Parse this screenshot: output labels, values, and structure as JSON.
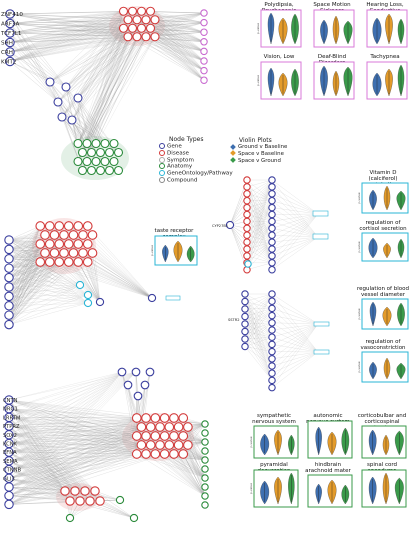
{
  "gene_labels": {
    "top": [
      "ZNF410",
      "ARF3A",
      "TCF7L1",
      "SHH",
      "CRH",
      "KMT2"
    ],
    "bottom": [
      "CNTN",
      "NRG1",
      "LRRTM",
      "PTPRZ",
      "SOX2",
      "KCNK",
      "EFNA",
      "SEMA",
      "CTNNB",
      "GLI3"
    ]
  },
  "mid_labels": {
    "cyp": "CYP27B1",
    "sst": "SSTR2"
  },
  "legend": {
    "node_title": "Node Types",
    "node_types": [
      {
        "label": "Gene",
        "color": "#3b3f9e",
        "fill": "#ffffff"
      },
      {
        "label": "Disease",
        "color": "#d33a3a",
        "fill": "#ffffff"
      },
      {
        "label": "Symptom",
        "color": "#aaaaaa",
        "fill": "#ffffff"
      },
      {
        "label": "Anatomy",
        "color": "#2a8a3a",
        "fill": "#ffffff"
      },
      {
        "label": "GeneOntology/Pathway",
        "color": "#2ab5d6",
        "fill": "#ffffff"
      },
      {
        "label": "Compound",
        "color": "#888888",
        "fill": "#ffffff"
      }
    ],
    "violin_title": "Violin Plots",
    "violin_types": [
      {
        "label": "Ground v Baseline",
        "color": "#3e6fb0"
      },
      {
        "label": "Space v Baseline",
        "color": "#e39b2a"
      },
      {
        "label": "Space v Ground",
        "color": "#3a9a4a"
      }
    ]
  },
  "panels": [
    {
      "title": "Polydipsia, Psychogenic",
      "frame": "#d87ad8",
      "ylabel": "p-value"
    },
    {
      "title": "Space Motion Sickness",
      "frame": "#d87ad8",
      "ylabel": ""
    },
    {
      "title": "Hearing Loss, Conductive",
      "frame": "#d87ad8",
      "ylabel": ""
    },
    {
      "title": "Vision, Low",
      "frame": "#d87ad8",
      "ylabel": "p-value"
    },
    {
      "title": "Deaf-Blind Disorders",
      "frame": "#d87ad8",
      "ylabel": ""
    },
    {
      "title": "Tachypnea",
      "frame": "#d87ad8",
      "ylabel": ""
    },
    {
      "title": "taste receptor complex",
      "frame": "#2ab5d6",
      "ylabel": "p-value"
    },
    {
      "title": "Vitamin D (calciferol) metabolism",
      "frame": "#2ab5d6",
      "ylabel": "p-value"
    },
    {
      "title": "regulation of cortisol secretion",
      "frame": "#2ab5d6",
      "ylabel": "p-value"
    },
    {
      "title": "regulation of blood vessel diameter",
      "frame": "#2ab5d6",
      "ylabel": "p-value"
    },
    {
      "title": "regulation of vasoconstriction",
      "frame": "#2ab5d6",
      "ylabel": "p-value"
    },
    {
      "title": "sympathetic nervous system",
      "frame": "#3a9a4a",
      "ylabel": "p-value"
    },
    {
      "title": "autonomic nervous system",
      "frame": "#3a9a4a",
      "ylabel": ""
    },
    {
      "title": "corticobulbar and corticospinal tracts",
      "frame": "#3a9a4a",
      "ylabel": ""
    },
    {
      "title": "pyramidal decussation",
      "frame": "#3a9a4a",
      "ylabel": "p-value"
    },
    {
      "title": "hindbrain arachnoid mater",
      "frame": "#3a9a4a",
      "ylabel": ""
    },
    {
      "title": "spinal cord ependyma",
      "frame": "#3a9a4a",
      "ylabel": ""
    }
  ],
  "colors": {
    "gene": "#3b3f9e",
    "disease": "#d33a3a",
    "anatomy": "#2a8a3a",
    "pathway": "#2ab5d6",
    "symptom": "#c86ad0",
    "edge": "#9a9a9a",
    "v_blue": "#3e6fb0",
    "v_orange": "#e39b2a",
    "v_green": "#3a9a4a"
  }
}
